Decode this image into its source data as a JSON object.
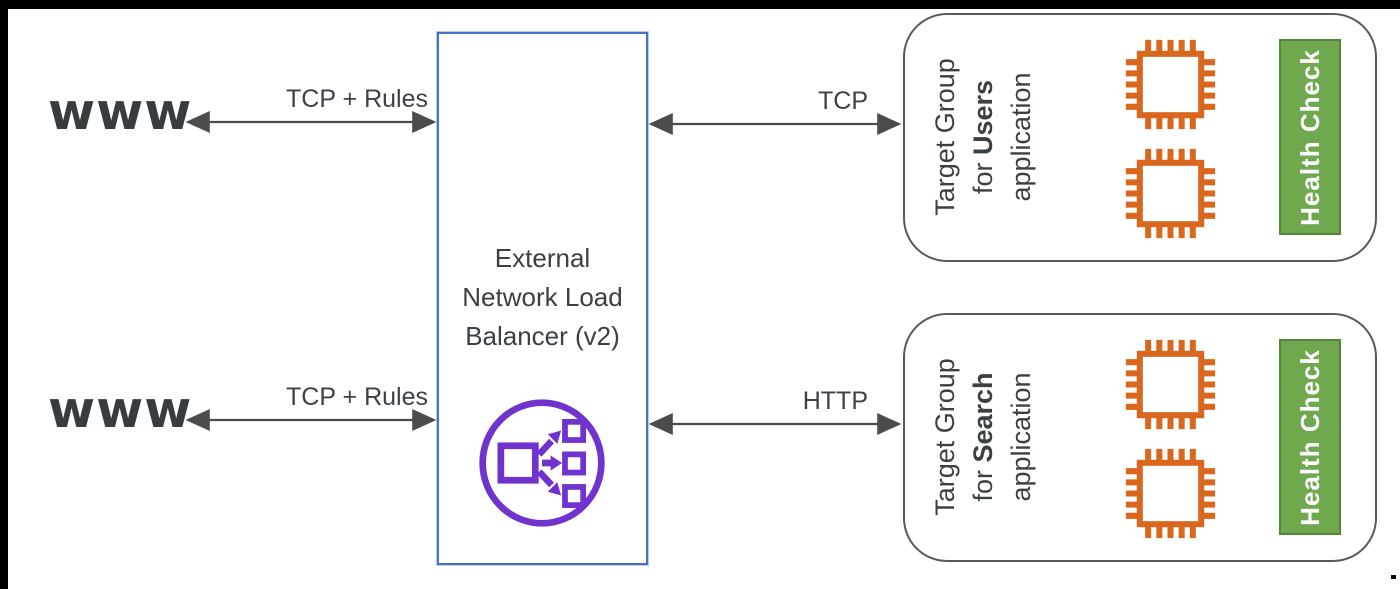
{
  "www_top": {
    "label": "www"
  },
  "www_bottom": {
    "label": "www"
  },
  "edges": {
    "www_top_to_nlb": "TCP + Rules",
    "www_bottom_to_nlb": "TCP + Rules",
    "nlb_to_users": "TCP",
    "nlb_to_search": "HTTP"
  },
  "nlb": {
    "line1": "External",
    "line2": "Network Load",
    "line3": "Balancer (v2)",
    "icon": "elastic-load-balancer-icon"
  },
  "groups": [
    {
      "line1": "Target Group",
      "line2_prefix": "for",
      "line2_bold": "Users",
      "line3": "application",
      "health_label": "Health Check",
      "instance_count": 2,
      "protocol": "TCP"
    },
    {
      "line1": "Target Group",
      "line2_prefix": "for",
      "line2_bold": "Search",
      "line3": "application",
      "health_label": "Health Check",
      "instance_count": 2,
      "protocol": "HTTP"
    }
  ],
  "colors": {
    "frame": "#000000",
    "canvas": "#ffffff",
    "text": "#3b4045",
    "arrow": "#4c4c4c",
    "nlb_border": "#4472c4",
    "lb_icon_purple": "#7133ce",
    "chip_orange": "#d9671e",
    "health_green": "#6fa84e",
    "health_green_border": "#55853a",
    "group_border": "#58595b"
  }
}
